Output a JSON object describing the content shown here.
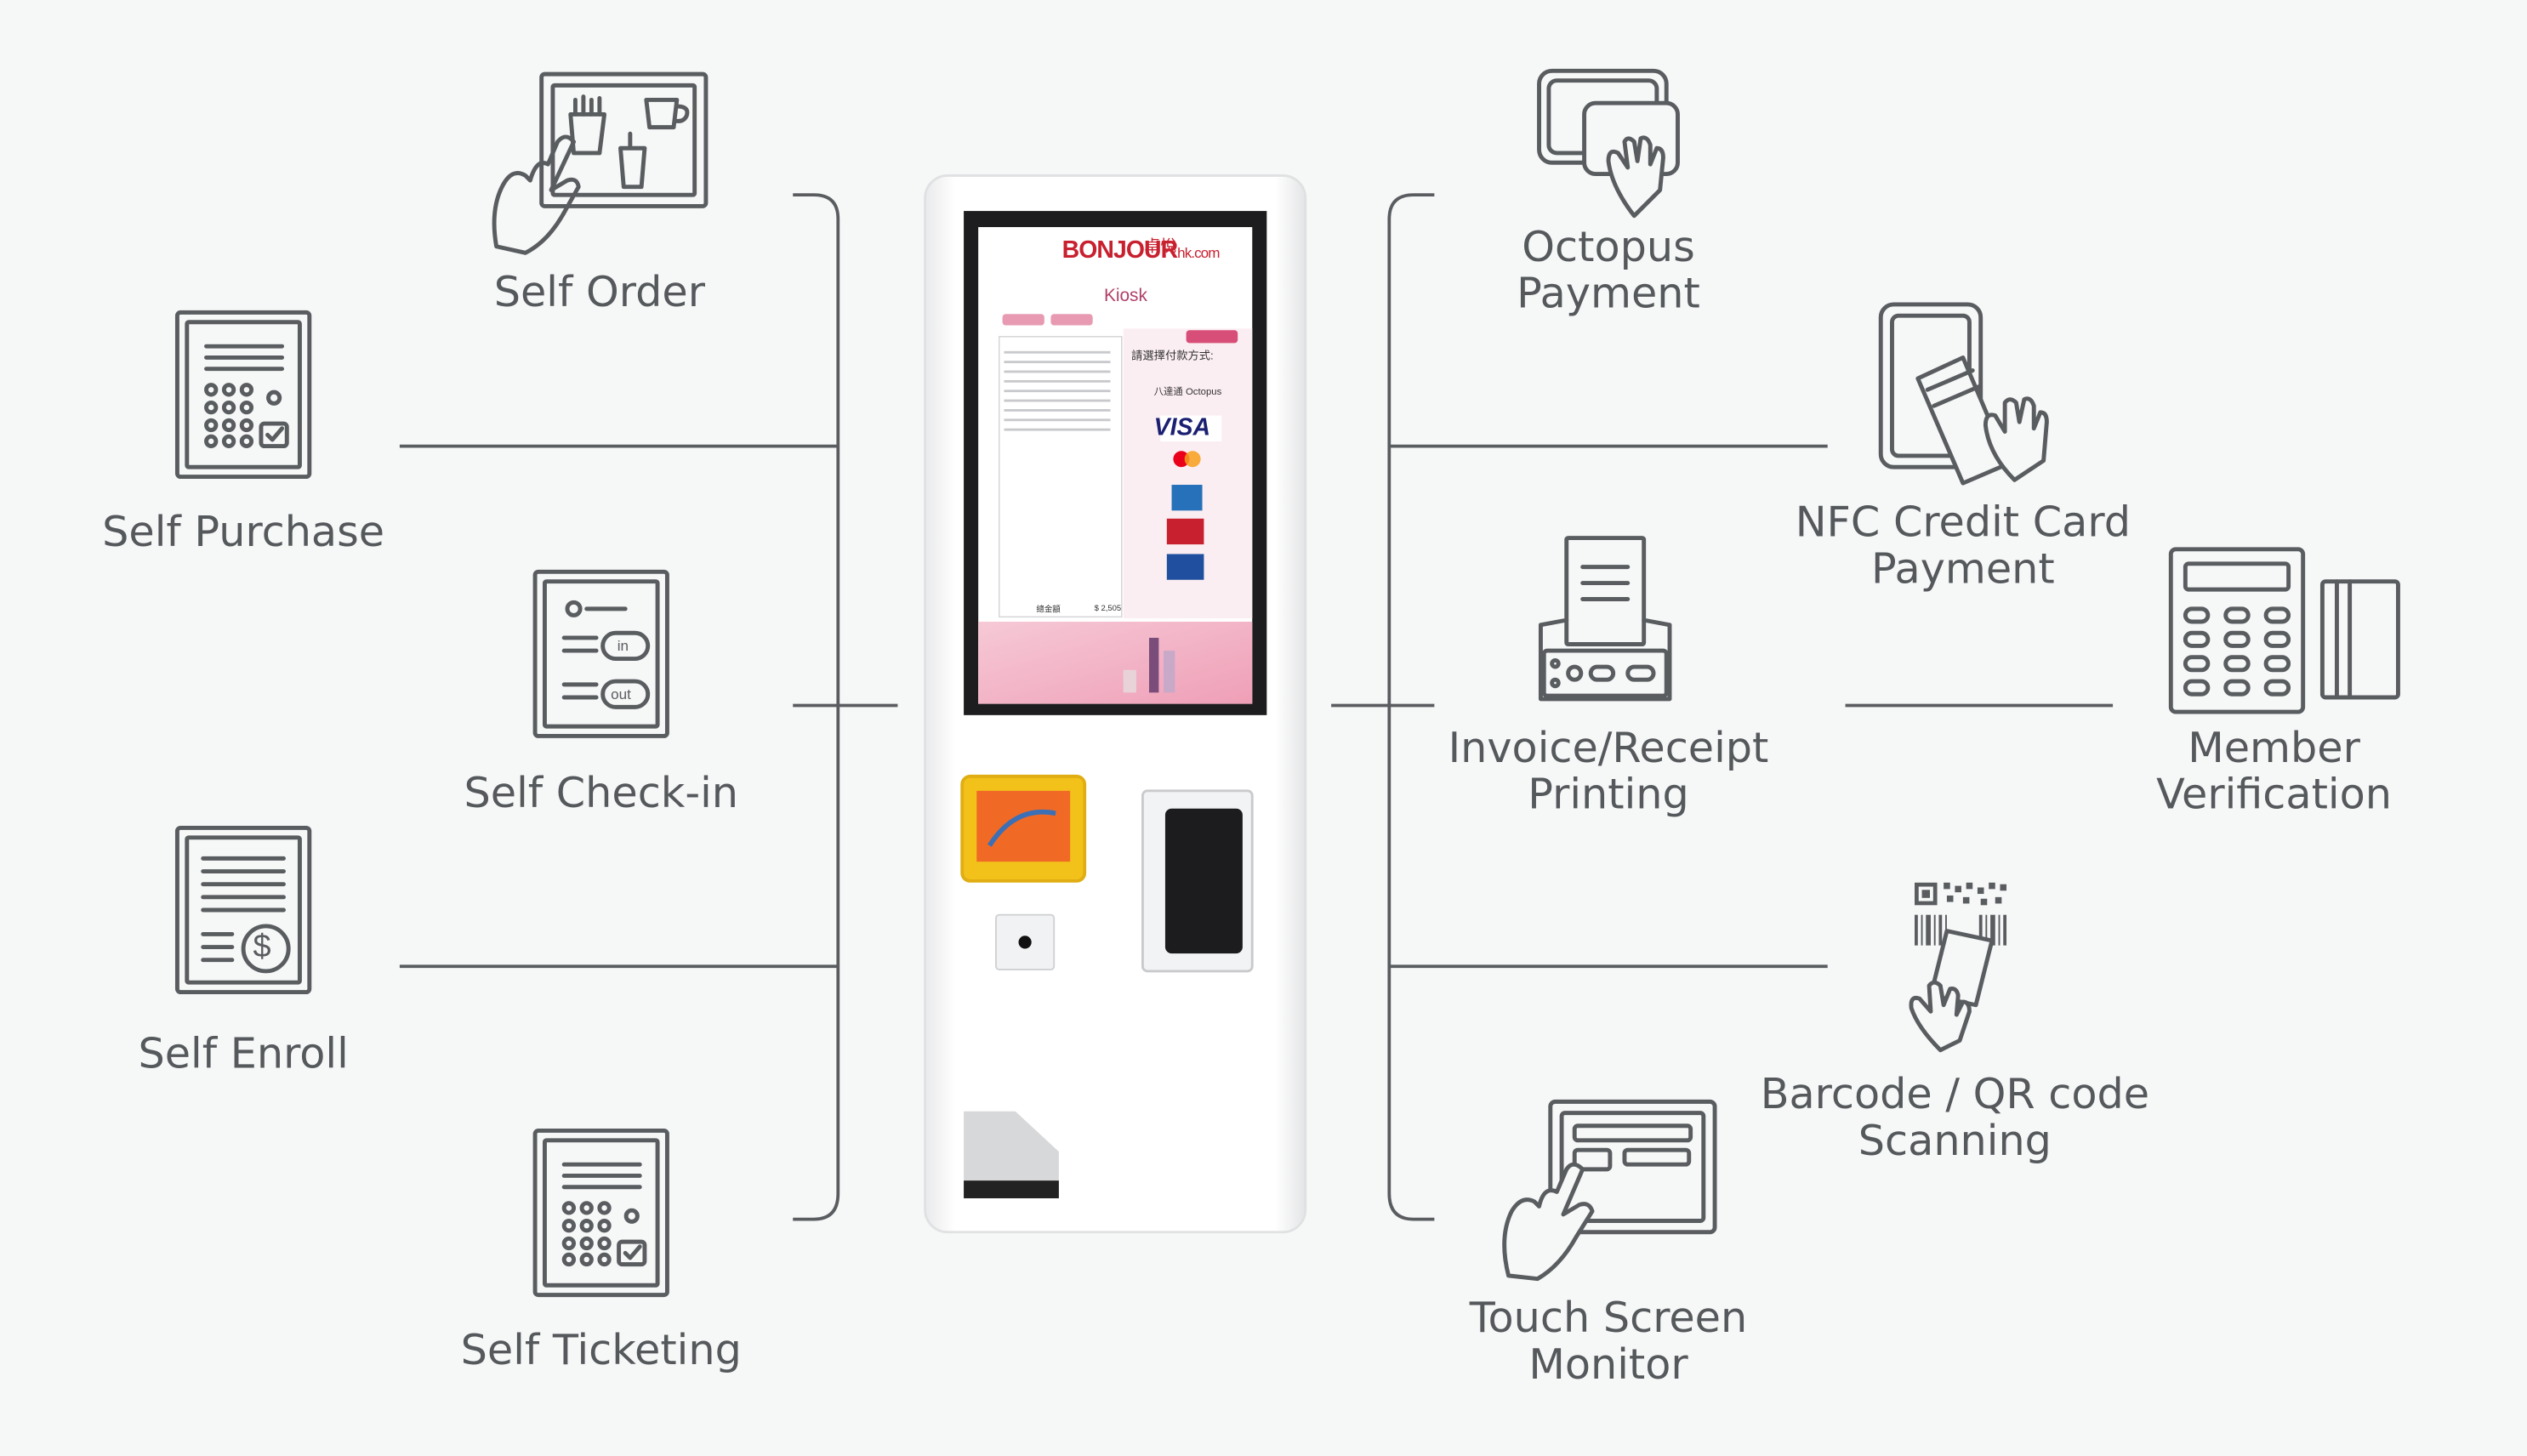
{
  "left_features": [
    {
      "id": "self-order",
      "lines": [
        "Self Order"
      ],
      "icon": "tray-order-icon"
    },
    {
      "id": "self-purchase",
      "lines": [
        "Self Purchase"
      ],
      "icon": "keypad-receipt-icon"
    },
    {
      "id": "self-checkin",
      "lines": [
        "Self Check-in"
      ],
      "icon": "checkin-form-icon"
    },
    {
      "id": "self-enroll",
      "lines": [
        "Self Enroll"
      ],
      "icon": "enroll-document-icon"
    },
    {
      "id": "self-ticketing",
      "lines": [
        "Self Ticketing"
      ],
      "icon": "ticket-keypad-icon"
    }
  ],
  "right_features": [
    {
      "id": "octopus-payment",
      "lines": [
        "Octopus",
        "Payment"
      ],
      "icon": "octopus-card-tap-icon"
    },
    {
      "id": "nfc-payment",
      "lines": [
        "NFC Credit Card",
        "Payment"
      ],
      "icon": "nfc-card-phone-icon"
    },
    {
      "id": "receipt-printing",
      "lines": [
        "Invoice/Receipt",
        "Printing"
      ],
      "icon": "receipt-printer-icon"
    },
    {
      "id": "member-verification",
      "lines": [
        "Member",
        "Verification"
      ],
      "icon": "keypad-card-icon"
    },
    {
      "id": "barcode-scanning",
      "lines": [
        "Barcode / QR code",
        "Scanning"
      ],
      "icon": "qr-barcode-scan-icon"
    },
    {
      "id": "touch-monitor",
      "lines": [
        "Touch Screen",
        "Monitor"
      ],
      "icon": "touch-screen-icon"
    }
  ],
  "kiosk": {
    "brand": "BONJOUR",
    "brand_cn": "卓悅",
    "brand_suffix": "hk.com",
    "screen_title": "Kiosk",
    "payment_prompt": "請選擇付款方式:",
    "payment_methods": [
      "八達通 Octopus",
      "VISA",
      "Mastercard",
      "American Express",
      "UnionPay 銀聯",
      "JCB"
    ],
    "total_label": "總金額",
    "total_value": "$ 2,505"
  },
  "colors": {
    "background": "#f6f7f7",
    "line": "#5a5d60",
    "text": "#55595c",
    "brand_red": "#c8202f",
    "octopus_yellow": "#f2c21a",
    "screen_pink": "#f2b8c9"
  }
}
